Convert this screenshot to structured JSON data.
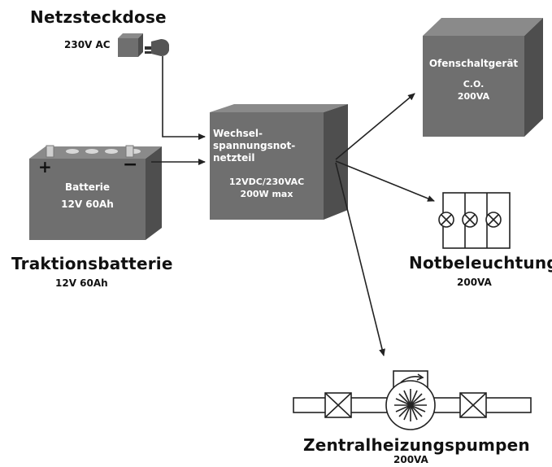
{
  "outlet": {
    "title": "Netzsteckdose",
    "voltage": "230V AC"
  },
  "battery": {
    "box_label": "Batterie",
    "box_spec": "12V 60Ah",
    "plus": "+",
    "minus": "−",
    "title": "Traktionsbatterie",
    "spec": "12V 60Ah"
  },
  "inverter": {
    "line1": "Wechsel-",
    "line2": "spannungsnot-",
    "line3": "netzteil",
    "spec1": "12VDC/230VAC",
    "spec2": "200W max"
  },
  "oven": {
    "title": "Ofenschaltgerät",
    "line1": "C.O.",
    "line2": "200VA"
  },
  "lights": {
    "title": "Notbeleuchtung",
    "power": "200VA"
  },
  "pumps": {
    "title": "Zentralheizungspumpen",
    "power": "200VA"
  },
  "colors": {
    "box_gray": "#6f6f6f",
    "box_dark": "#4e4e4e",
    "box_light": "#8a8a8a",
    "line": "#222222"
  }
}
